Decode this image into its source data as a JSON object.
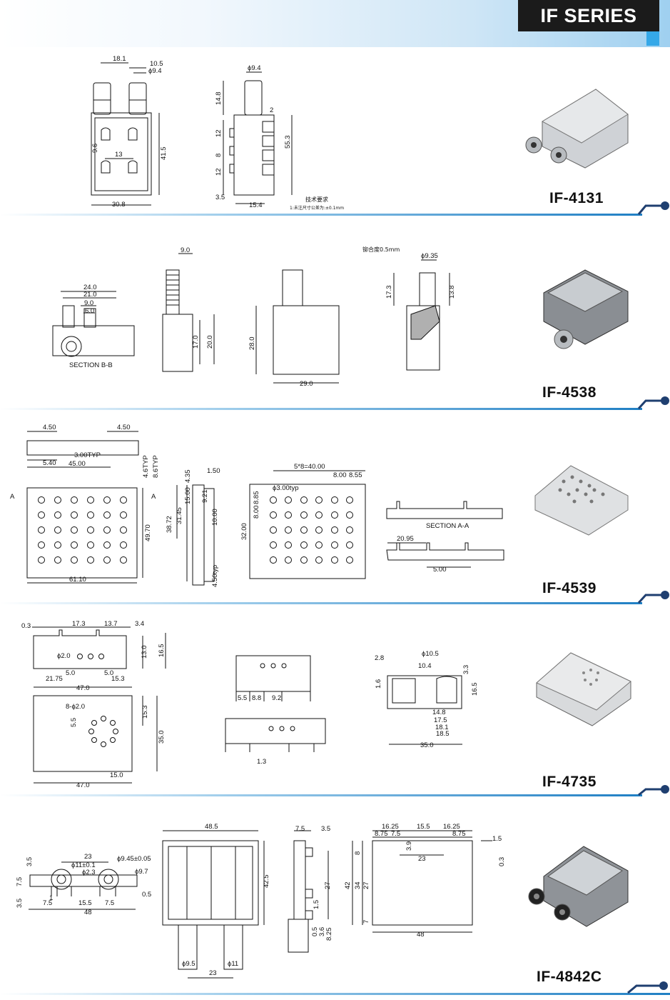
{
  "header": {
    "title": "IF SERIES"
  },
  "sections": [
    {
      "model": "IF-4131",
      "note_title": "技术要求",
      "note_text": "1:未注尺寸公差为:±0.1mm",
      "dims": [
        "18.1",
        "10.5",
        "ϕ9.4",
        "9.6",
        "13",
        "41.5",
        "30.8",
        "ϕ9.4",
        "14.8",
        "2",
        "12",
        "8",
        "12",
        "55.3",
        "3.5",
        "15.4"
      ]
    },
    {
      "model": "IF-4538",
      "section_label": "SECTION B-B",
      "tolerance_note": "铆合度0.5mm",
      "dims": [
        "24.0",
        "21.0",
        "9.0",
        "6.0",
        "9.0",
        "17.0",
        "20.0",
        "28.0",
        "29.0",
        "ϕ9.35",
        "17.3",
        "13.8"
      ]
    },
    {
      "model": "IF-4539",
      "section_label": "SECTION A-A",
      "marker": "A",
      "dims": [
        "4.50",
        "4.50",
        "3.00TYP",
        "5.40",
        "45.00",
        "4.6TYP",
        "8.6TYP",
        "49.70",
        "61.10",
        "4.35",
        "1.50",
        "15.00",
        "9.21",
        "31.45",
        "10.00",
        "38.72",
        "4.50typ",
        "5*8=40.00",
        "8.00",
        "8.55",
        "ϕ3.00typ",
        "8.85",
        "8.00",
        "32.00",
        "20.95",
        "5.00"
      ]
    },
    {
      "model": "IF-4735",
      "dims": [
        "0.3",
        "17.3",
        "13.7",
        "3.4",
        "ϕ2.0",
        "13.0",
        "16.5",
        "5.0",
        "5.0",
        "21.75",
        "15.3",
        "47.0",
        "8-ϕ2.0",
        "5.5",
        "15.3",
        "35.0",
        "15.0",
        "47.0",
        "5.5",
        "8.8",
        "9.2",
        "1.3",
        "2.8",
        "ϕ10.5",
        "10.4",
        "3.3",
        "1.6",
        "16.5",
        "14.8",
        "17.5",
        "18.1",
        "18.5",
        "35.0"
      ]
    },
    {
      "model": "IF-4842C",
      "dims": [
        "23",
        "ϕ9.45±0.05",
        "ϕ11±0.1",
        "ϕ2.3",
        "ϕ9.7",
        "3.5",
        "7.5",
        "1",
        "7.5",
        "15.5",
        "7.5",
        "48",
        "3.5",
        "0.5",
        "48.5",
        "42.5",
        "ϕ9.5",
        "23",
        "ϕ11",
        "7.5",
        "3.5",
        "27",
        "1.5",
        "0.5",
        "3.6",
        "8.25",
        "16.25",
        "15.5",
        "16.25",
        "8.75",
        "7.5",
        "8.75",
        "3.9",
        "23",
        "8",
        "42",
        "34",
        "27",
        "7",
        "48",
        "1.5",
        "0.3"
      ]
    }
  ],
  "colors": {
    "accent": "#35a8e8",
    "title_bg": "#1b1b1b",
    "separator": "#1f7fc4"
  }
}
